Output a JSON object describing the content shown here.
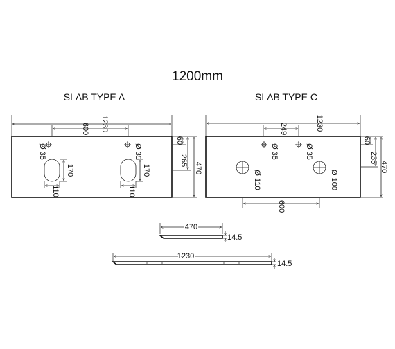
{
  "title": "1200mm",
  "slab_a": {
    "label": "SLAB TYPE A",
    "width": "1230",
    "hole_spacing": "600",
    "tap_left": "Ø 35",
    "tap_right": "Ø 35",
    "bowl_height_left": "170",
    "bowl_height_right": "170",
    "bowl_width_left": "110",
    "bowl_width_right": "110",
    "top_offset": "60",
    "bowl_offset": "265",
    "depth": "470"
  },
  "slab_c": {
    "label": "SLAB TYPE C",
    "width": "1230",
    "tap_spacing": "249",
    "tap_left": "Ø 35",
    "tap_right": "Ø 35",
    "hole_left": "Ø 110",
    "hole_right": "Ø 100",
    "hole_spacing": "600",
    "top_offset": "60",
    "hole_offset": "235",
    "depth": "470"
  },
  "profile_depth": {
    "length": "470",
    "thickness": "14.5"
  },
  "profile_width": {
    "length": "1230",
    "thickness": "14.5"
  }
}
